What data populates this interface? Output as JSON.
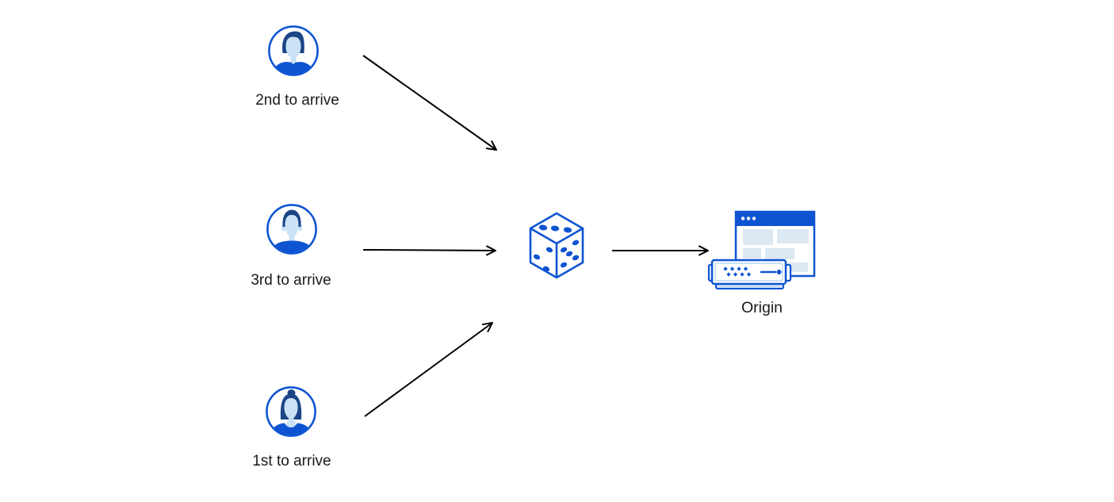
{
  "diagram": {
    "users": [
      {
        "label": "2nd to arrive",
        "icon": "avatar-male-quiff-icon"
      },
      {
        "label": "3rd to arrive",
        "icon": "avatar-male-crew-icon"
      },
      {
        "label": "1st to arrive",
        "icon": "avatar-female-bun-icon"
      }
    ],
    "selector": {
      "icon": "dice-icon"
    },
    "origin": {
      "label": "Origin",
      "icon": "origin-server-icon"
    }
  },
  "colors": {
    "primary_blue": "#0E54D2",
    "dark_navy": "#1C4587",
    "face_blue": "#C9E2F5",
    "block_blue": "#DCE8F2",
    "server_base_blue": "#CBE0F5",
    "inset_blue": "#B9D9F0",
    "arrow_black": "#000000",
    "text_color": "#1A1A1A",
    "background": "#FFFFFF"
  }
}
